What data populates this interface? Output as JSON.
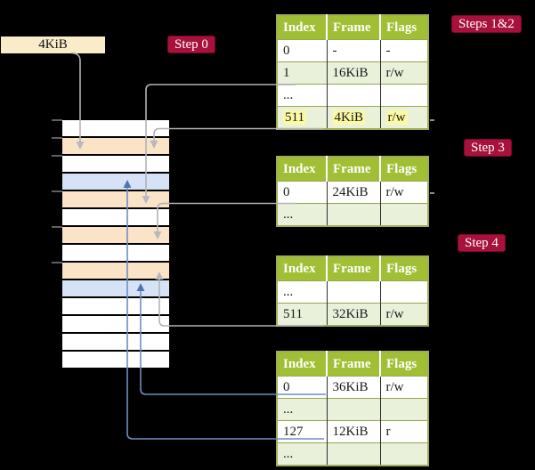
{
  "colors": {
    "background": "#000000",
    "header-green": "#A1BF35",
    "row-green": "#E9F1DB",
    "table-border": "#A0AC58",
    "badge-red": "#A8113C",
    "cream": "#FAEBC9",
    "hl-yellow": "#FCF9A4",
    "peach": "#FBE3C7",
    "mem-blue": "#D6E3F6",
    "arrow-gray": "#B2B2BA",
    "arrow-blue": "#6E8EC1"
  },
  "root_box": {
    "label": "4KiB"
  },
  "badges": {
    "step0": "Step 0",
    "steps12": "Steps 1&2",
    "step3": "Step 3",
    "step4": "Step 4"
  },
  "tables": [
    {
      "headers": [
        "Index",
        "Frame",
        "Flags"
      ],
      "rows": [
        {
          "cells": [
            "0",
            "-",
            "-"
          ]
        },
        {
          "cells": [
            "1",
            "16KiB",
            "r/w"
          ]
        },
        {
          "cells": [
            "...",
            "",
            ""
          ]
        },
        {
          "cells": [
            "511",
            "4KiB",
            "r/w"
          ],
          "highlighted": true
        }
      ]
    },
    {
      "headers": [
        "Index",
        "Frame",
        "Flags"
      ],
      "rows": [
        {
          "cells": [
            "0",
            "24KiB",
            "r/w"
          ]
        },
        {
          "cells": [
            "...",
            "",
            ""
          ]
        }
      ]
    },
    {
      "headers": [
        "Index",
        "Frame",
        "Flags"
      ],
      "rows": [
        {
          "cells": [
            "...",
            "",
            ""
          ]
        },
        {
          "cells": [
            "511",
            "32KiB",
            "r/w"
          ]
        }
      ]
    },
    {
      "headers": [
        "Index",
        "Frame",
        "Flags"
      ],
      "rows": [
        {
          "cells": [
            "0",
            "36KiB",
            "r/w"
          ]
        },
        {
          "cells": [
            "...",
            "",
            ""
          ]
        },
        {
          "cells": [
            "127",
            "12KiB",
            "r"
          ]
        },
        {
          "cells": [
            "...",
            "",
            ""
          ]
        }
      ]
    }
  ],
  "memory": {
    "rows": [
      "white",
      "peach",
      "white",
      "blue",
      "peach",
      "white",
      "peach",
      "white",
      "peach",
      "blue",
      "white",
      "white",
      "white",
      "white"
    ]
  }
}
